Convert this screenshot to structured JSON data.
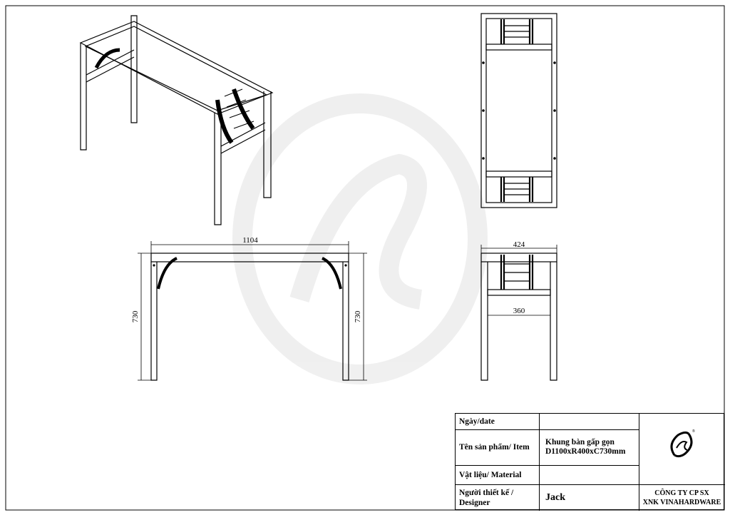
{
  "drawing": {
    "dimensions": {
      "front_width": "1104",
      "front_height_left": "730",
      "front_height_right": "730",
      "side_outer_width": "424",
      "side_inner_width": "360"
    }
  },
  "title_block": {
    "date_label": "Ngày/date",
    "date_value": "",
    "item_label": "Tên sản phẩm/ Item",
    "item_value_line1": "Khung bàn gấp gọn",
    "item_value_line2": "D1100xR400xC730mm",
    "material_label": "Vật liệu/ Material",
    "material_value": "",
    "designer_label_line1": "Người thiết kế /",
    "designer_label_line2": "Designer",
    "designer_value": "Jack",
    "company_line1": "CÔNG TY CP SX",
    "company_line2": "XNK VINAHARDWARE"
  }
}
